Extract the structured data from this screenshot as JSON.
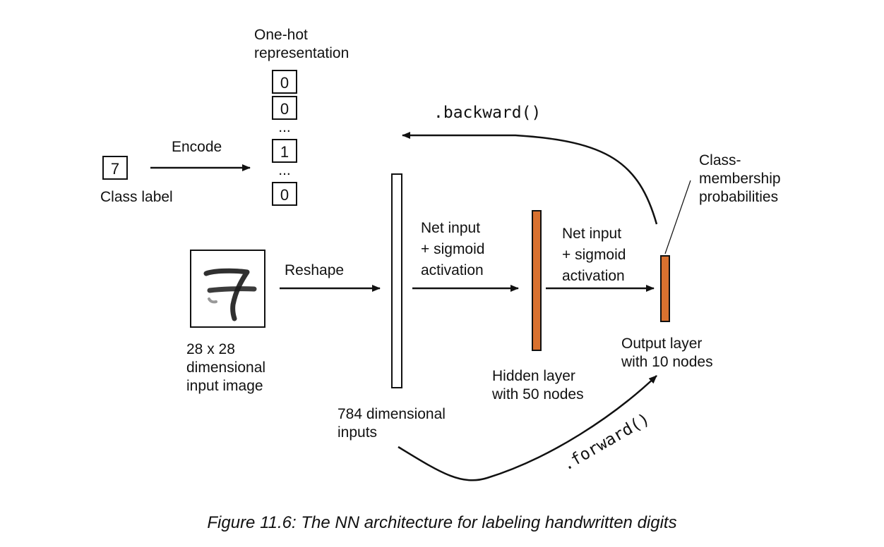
{
  "diagram": {
    "one_hot_title": [
      "One-hot",
      "representation"
    ],
    "one_hot_cells": [
      "0",
      "0",
      "1",
      "0"
    ],
    "ellipsis": "...",
    "encode": "Encode",
    "class_value": "7",
    "class_label": "Class label",
    "backward": ".backward()",
    "forward": ".forward()",
    "class_membership": [
      "Class-",
      "membership",
      "probabilities"
    ],
    "reshape": "Reshape",
    "net_input_1": [
      "Net input",
      "+ sigmoid",
      "activation"
    ],
    "net_input_2": [
      "Net input",
      "+ sigmoid",
      "activation"
    ],
    "input_image_label": [
      "28 x 28",
      "dimensional",
      "input image"
    ],
    "inputs_label": [
      "784 dimensional",
      "inputs"
    ],
    "hidden_label": [
      "Hidden layer",
      "with 50 nodes"
    ],
    "output_label": [
      "Output layer",
      "with 10 nodes"
    ],
    "layer_color": "#d9712f"
  },
  "caption": "Figure 11.6: The NN architecture for labeling handwritten digits"
}
